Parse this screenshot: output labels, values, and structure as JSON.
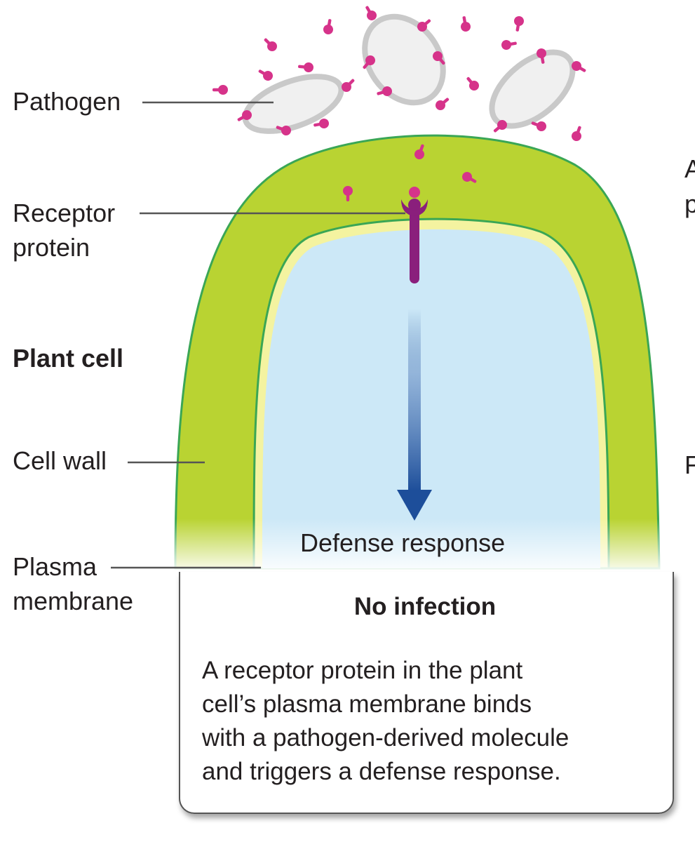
{
  "labels": {
    "pathogen": "Pathogen",
    "receptor_line1": "Receptor",
    "receptor_line2": "protein",
    "plant_cell": "Plant cell",
    "cell_wall": "Cell wall",
    "plasma_line1": "Plasma",
    "plasma_line2": "membrane",
    "defense_response": "Defense response"
  },
  "box": {
    "title": "No infection",
    "lines": [
      "A receptor protein in the plant",
      "cell’s plasma membrane binds",
      "with a pathogen-derived molecule",
      "and triggers a defense response."
    ]
  },
  "clipped_edge_text": [
    "A",
    "p",
    "F"
  ],
  "colors": {
    "cell_wall": "#b9d332",
    "membrane_outline": "#3aa655",
    "membrane_inner": "#f4f3a0",
    "cytoplasm": "#cce8f7",
    "receptor": "#8a1f7c",
    "pathogen_molecule": "#d6338a",
    "arrow": "#1d4e9a"
  }
}
